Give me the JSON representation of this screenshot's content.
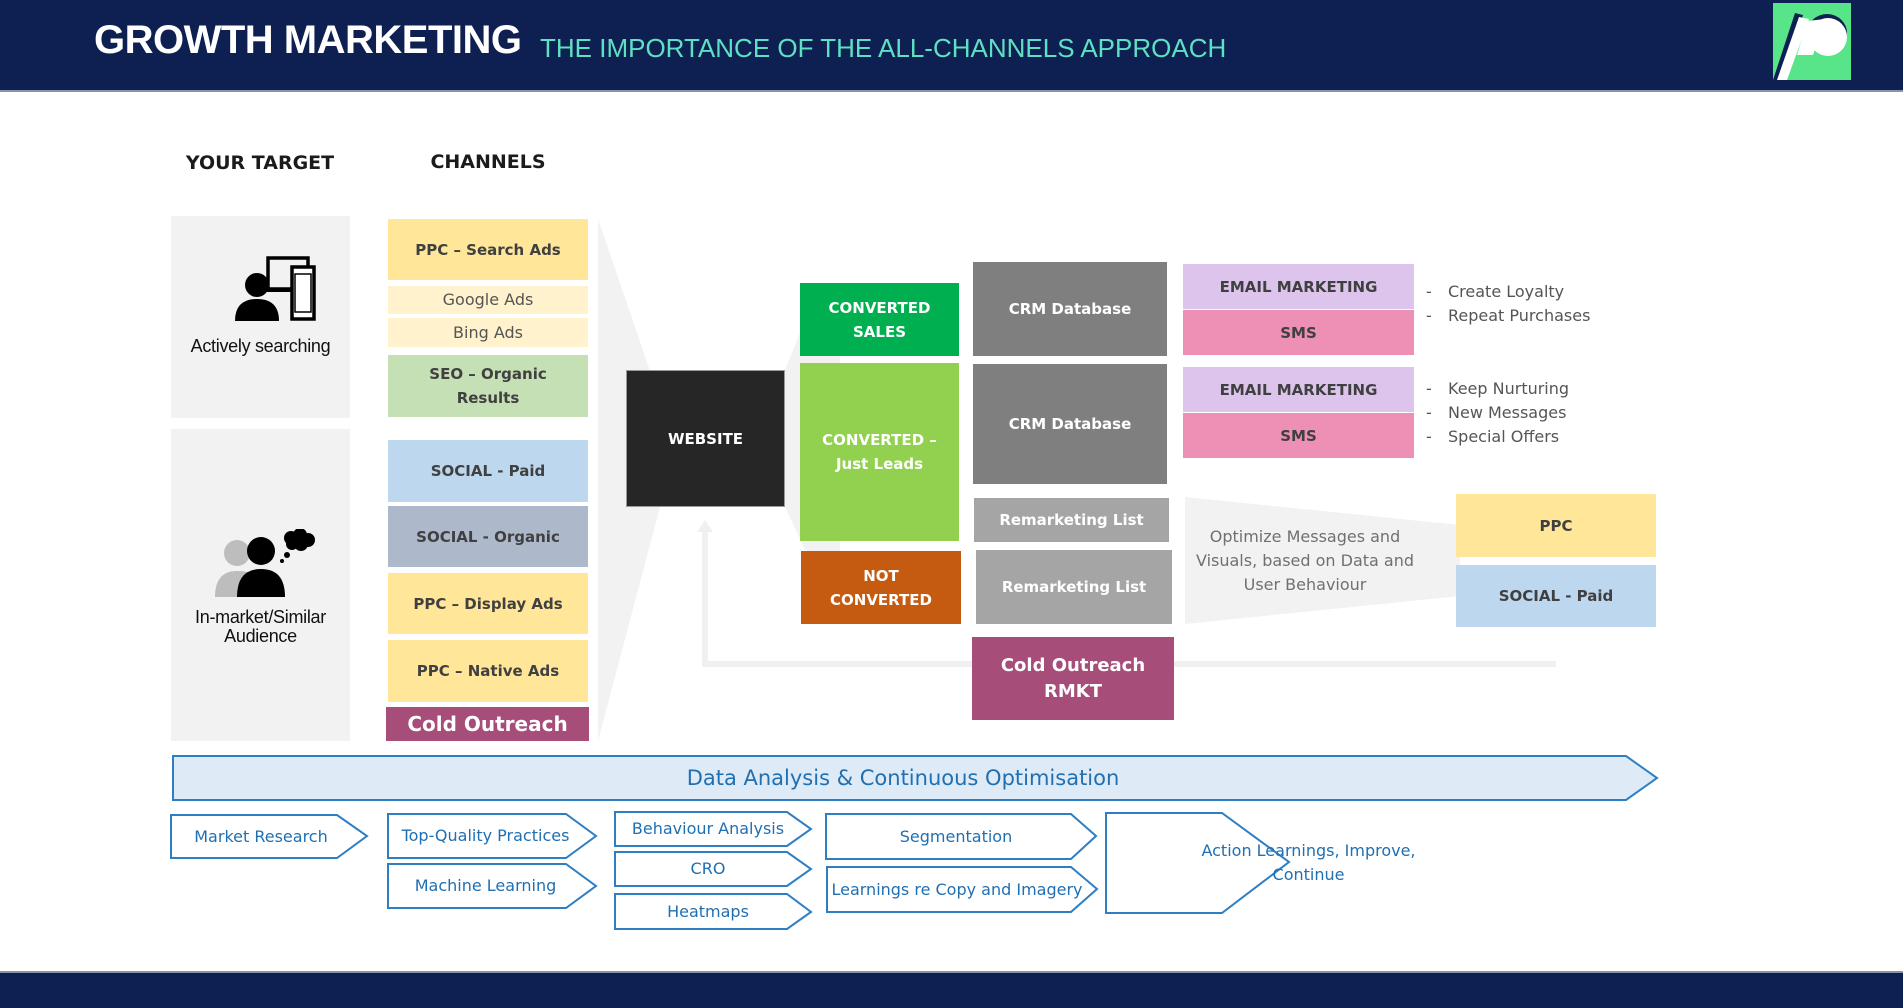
{
  "header": {
    "title": "GROWTH MARKETING",
    "subtitle": "THE IMPORTANCE OF THE ALL-CHANNELS APPROACH",
    "logo_icon": "p-logo-icon",
    "colors": {
      "background": "#0e1f51",
      "title": "#ffffff",
      "subtitle": "#5ee0c2",
      "logo_bg": "#58e58a"
    }
  },
  "columns": {
    "target_heading": "YOUR TARGET",
    "channels_heading": "CHANNELS"
  },
  "targets": [
    {
      "label": "Actively searching",
      "icon": "person-devices-icon"
    },
    {
      "label_line1": "In-market/Similar",
      "label_line2": "Audience",
      "icon": "audience-thinking-icon"
    }
  ],
  "channels": {
    "ppc_search": "PPC – Search Ads",
    "google_ads": "Google Ads",
    "bing_ads": "Bing Ads",
    "seo_line1": "SEO – Organic",
    "seo_line2": "Results",
    "social_paid": "SOCIAL - Paid",
    "social_organic": "SOCIAL - Organic",
    "ppc_display": "PPC – Display Ads",
    "ppc_native": "PPC – Native Ads",
    "cold_outreach": "Cold Outreach"
  },
  "website": {
    "label": "WEBSITE"
  },
  "outcomes": {
    "converted_sales_line1": "CONVERTED",
    "converted_sales_line2": "SALES",
    "converted_leads_line1": "CONVERTED –",
    "converted_leads_line2": "Just Leads",
    "not_converted_line1": "NOT",
    "not_converted_line2": "CONVERTED"
  },
  "lists": {
    "crm1": "CRM Database",
    "crm2": "CRM Database",
    "remarketing1": "Remarketing List",
    "remarketing2": "Remarketing List",
    "cold_rmkt_line1": "Cold Outreach",
    "cold_rmkt_line2": "RMKT"
  },
  "nurture": {
    "group1": {
      "email": "EMAIL MARKETING",
      "sms": "SMS",
      "bullets": [
        "Create Loyalty",
        "Repeat Purchases"
      ]
    },
    "group2": {
      "email": "EMAIL MARKETING",
      "sms": "SMS",
      "bullets": [
        "Keep Nurturing",
        "New Messages",
        "Special Offers"
      ]
    },
    "bullet_dash": "-"
  },
  "retarget": {
    "funnel_line1": "Optimize Messages and",
    "funnel_line2": "Visuals, based on Data and",
    "funnel_line3": "User Behaviour",
    "ppc": "PPC",
    "social_paid": "SOCIAL - Paid"
  },
  "optimisation": {
    "banner": "Data Analysis & Continuous Optimisation",
    "steps": {
      "market_research": "Market Research",
      "top_quality": "Top-Quality Practices",
      "machine_learning": "Machine Learning",
      "behaviour_analysis": "Behaviour Analysis",
      "cro": "CRO",
      "heatmaps": "Heatmaps",
      "segmentation": "Segmentation",
      "learnings_copy": "Learnings re Copy and Imagery",
      "action_line1": "Action Learnings, Improve,",
      "action_line2": "Continue"
    }
  },
  "colors": {
    "yellow": "#ffe699",
    "light_yellow": "#fff2cc",
    "green_light": "#c5e0b4",
    "blue_light": "#bdd7ee",
    "slate": "#adb9ca",
    "plum": "#a64d79",
    "dark": "#262626",
    "green": "#00b050",
    "lime": "#92d050",
    "orange": "#c55a11",
    "grey_dark": "#7f7f7f",
    "grey_mid": "#a5a5a5",
    "lavender": "#dcc4ec",
    "pink": "#ee8fb5",
    "banner_fill": "#deebf7",
    "banner_stroke": "#2e7ec4"
  }
}
